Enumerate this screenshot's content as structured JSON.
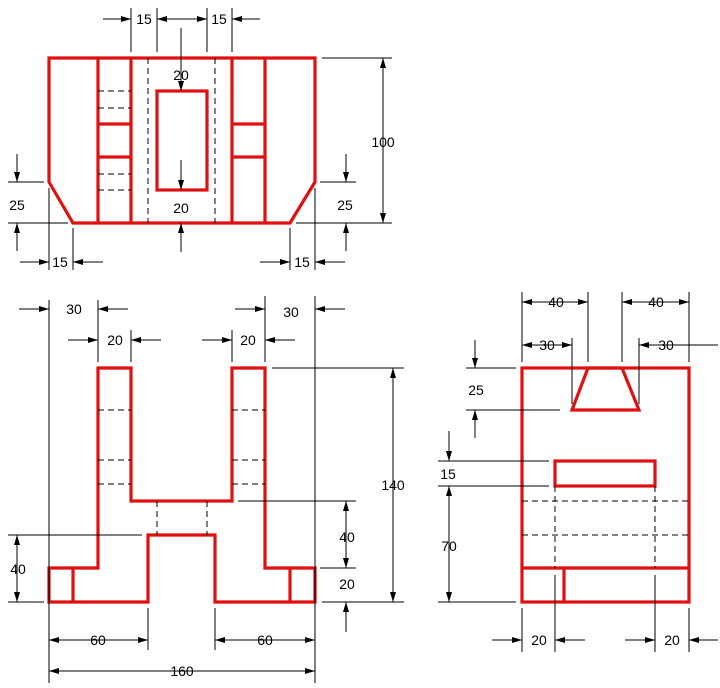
{
  "top_view": {
    "dims": [
      "15",
      "15",
      "20",
      "20",
      "100",
      "25",
      "25",
      "15",
      "15"
    ]
  },
  "front_view": {
    "dims": [
      "30",
      "20",
      "30",
      "20",
      "140",
      "40",
      "40",
      "20",
      "60",
      "60",
      "160"
    ]
  },
  "side_view": {
    "dims": [
      "40",
      "40",
      "30",
      "30",
      "25",
      "15",
      "70",
      "20",
      "20"
    ]
  },
  "colors": {
    "object_line": "#e01010",
    "dimension_line": "#000000"
  }
}
